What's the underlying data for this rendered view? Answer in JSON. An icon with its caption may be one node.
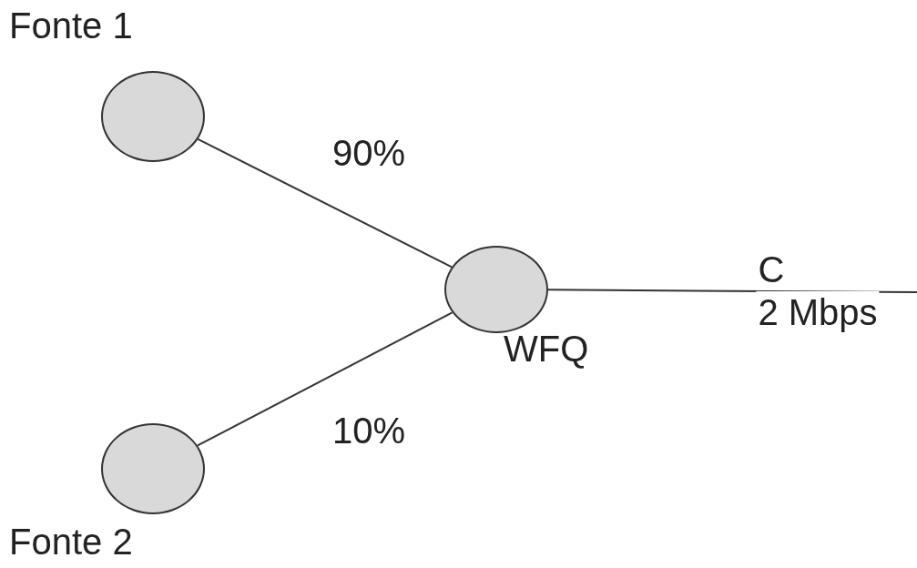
{
  "diagram": {
    "nodes": [
      {
        "text": [
          "Fonte 1"
        ]
      },
      {
        "text": [
          "Fonte 2"
        ]
      },
      {
        "text": [
          "WFQ"
        ]
      }
    ],
    "edges": [
      {
        "from": 0,
        "to": 2,
        "arrow": "none",
        "label": "90%"
      },
      {
        "from": 1,
        "to": 2,
        "arrow": "none",
        "label": "10%"
      },
      {
        "from": 2,
        "to": null,
        "arrow": "none",
        "label": "C"
      }
    ],
    "labels": [
      "2 Mbps"
    ]
  }
}
